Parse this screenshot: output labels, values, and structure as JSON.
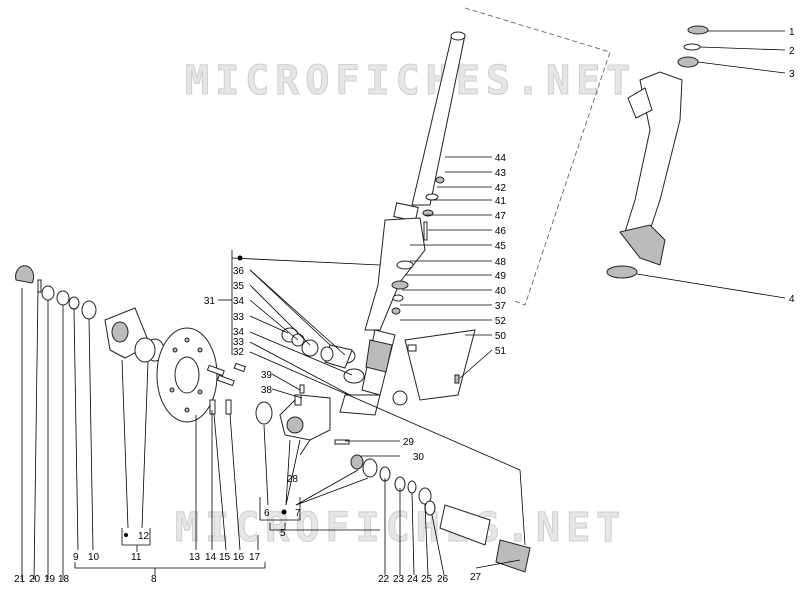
{
  "watermark": {
    "text": "MICROFICHES.NET"
  },
  "callouts": {
    "c1": "1",
    "c2": "2",
    "c3": "3",
    "c4": "4",
    "c5": "5",
    "c6": "6",
    "c7": "7",
    "c8": "8",
    "c9": "9",
    "c10": "10",
    "c11": "11",
    "c12": "12",
    "c13": "13",
    "c14": "14",
    "c15": "15",
    "c16": "16",
    "c17": "17",
    "c18": "18",
    "c19": "19",
    "c20": "20",
    "c21": "21",
    "c22": "22",
    "c23": "23",
    "c24": "24",
    "c25": "25",
    "c26": "26",
    "c27": "27",
    "c28": "28",
    "c29": "29",
    "c30": "30",
    "c31": "31",
    "c32": "32",
    "c33a": "33",
    "c33b": "33",
    "c34a": "34",
    "c34b": "34",
    "c35": "35",
    "c36": "36",
    "c37": "37",
    "c38": "38",
    "c39": "39",
    "c40": "40",
    "c41": "41",
    "c42": "42",
    "c43": "43",
    "c44": "44",
    "c45": "45",
    "c46": "46",
    "c47": "47",
    "c48": "48",
    "c49": "49",
    "c50": "50",
    "c51": "51",
    "c52": "52"
  }
}
